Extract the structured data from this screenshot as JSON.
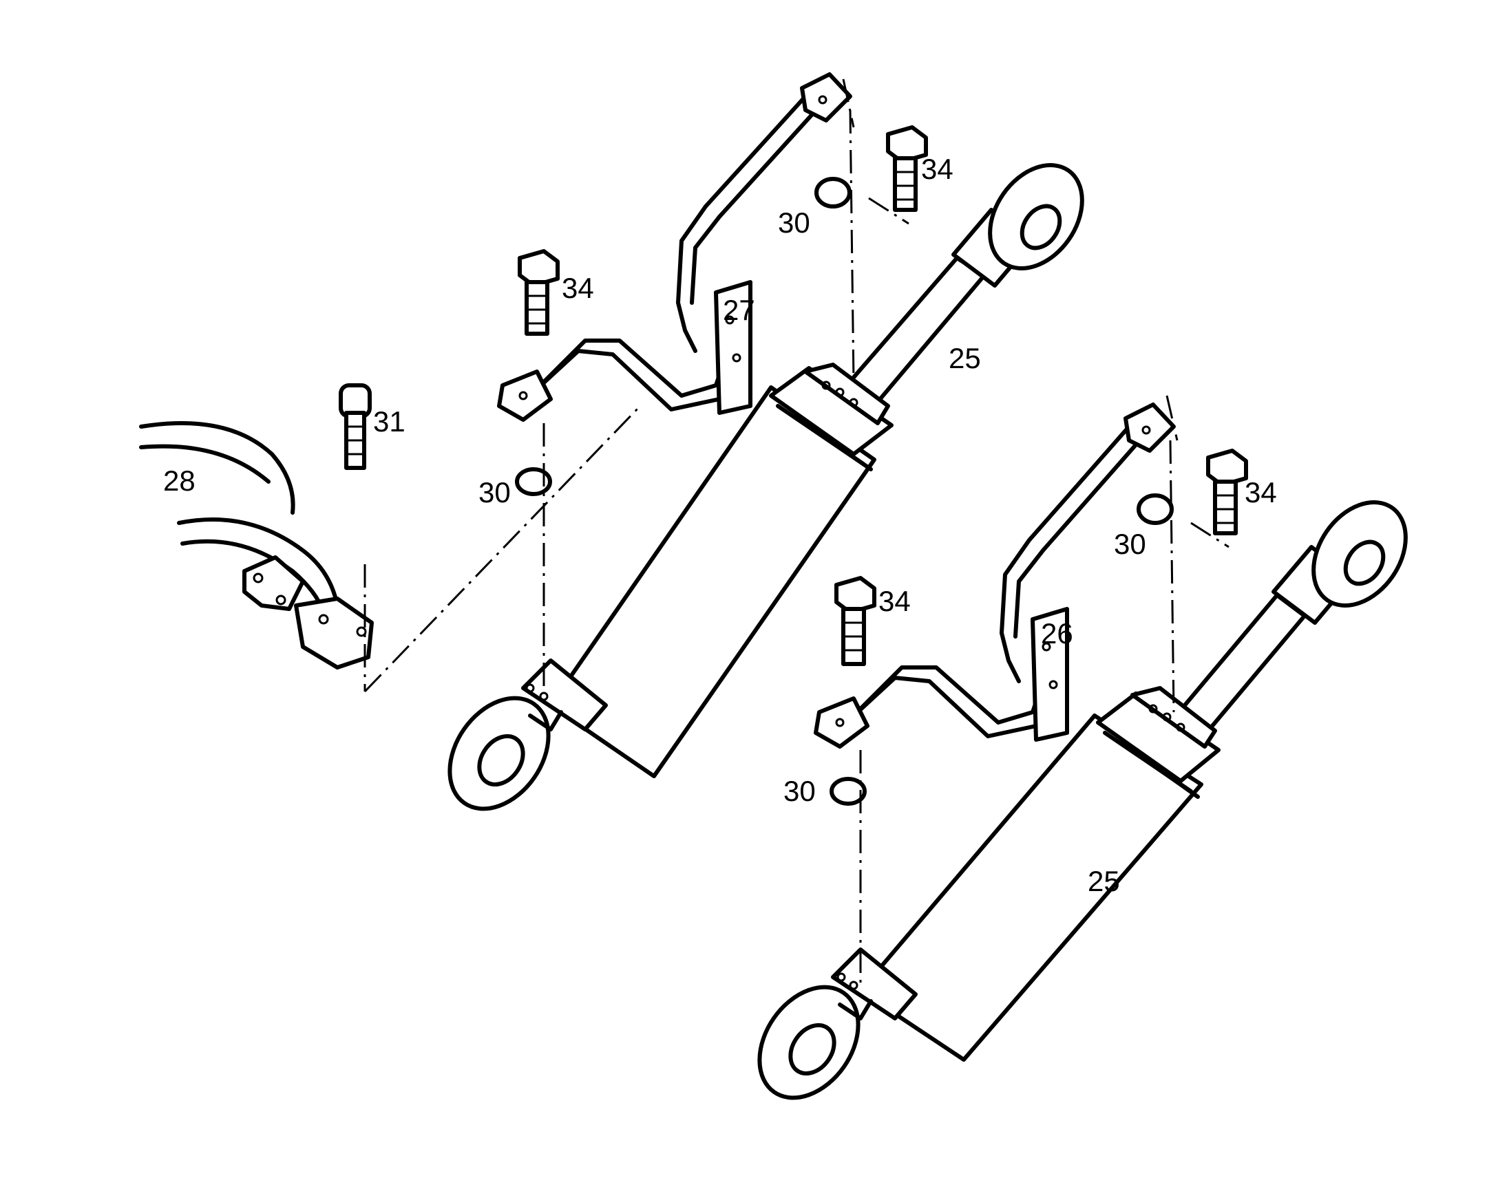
{
  "callouts": {
    "c25a": "25",
    "c25b": "25",
    "c26": "26",
    "c27": "27",
    "c28": "28",
    "c30a": "30",
    "c30b": "30",
    "c30c": "30",
    "c30d": "30",
    "c31": "31",
    "c34a": "34",
    "c34b": "34",
    "c34c": "34",
    "c34d": "34"
  }
}
